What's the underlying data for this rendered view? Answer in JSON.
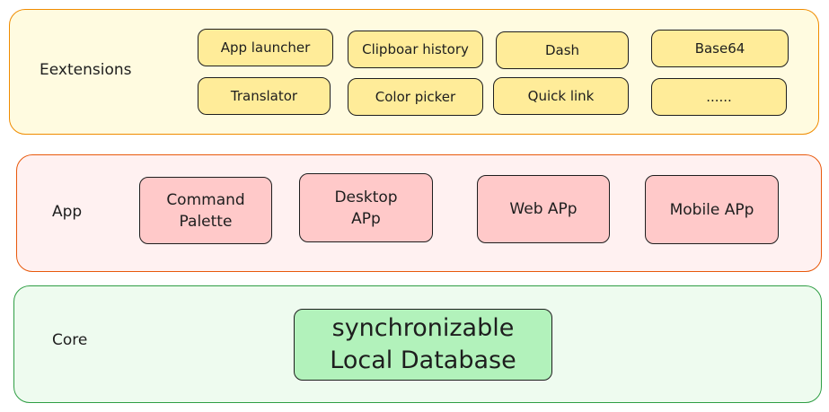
{
  "layers": {
    "extensions": {
      "label": "Eextensions",
      "items": [
        "App launcher",
        "Clipboar history",
        "Dash",
        "Base64",
        "Translator",
        "Color picker",
        "Quick link",
        "......"
      ]
    },
    "app": {
      "label": "App",
      "items": [
        "Command\nPalette",
        "Desktop\nAPp",
        "Web APp",
        "Mobile APp"
      ]
    },
    "core": {
      "label": "Core",
      "items": [
        "synchronizable\nLocal Database"
      ]
    }
  },
  "colors": {
    "extensions_fill": "#fffbe0",
    "extensions_stroke": "#f08c00",
    "extensions_box": "#ffec99",
    "app_fill": "#fff1f1",
    "app_stroke": "#e8590c",
    "app_box": "#ffc9c9",
    "core_fill": "#eefbef",
    "core_stroke": "#2f9e44",
    "core_box": "#b2f2bb"
  }
}
